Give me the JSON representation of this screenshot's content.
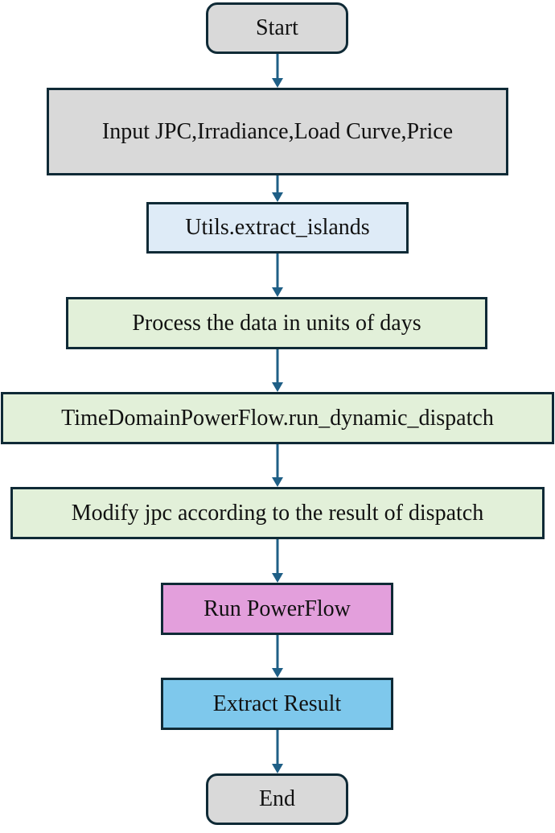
{
  "flowchart": {
    "nodes": [
      {
        "id": "start",
        "label": "Start",
        "shape": "terminal",
        "fill": "#d9d9d9"
      },
      {
        "id": "input",
        "label": "Input JPC,Irradiance,Load Curve,Price",
        "shape": "process",
        "fill": "#d9d9d9"
      },
      {
        "id": "extract-islands",
        "label": "Utils.extract_islands",
        "shape": "process",
        "fill": "#deebf7"
      },
      {
        "id": "process-days",
        "label": "Process the data in units of days",
        "shape": "process",
        "fill": "#e2f0d9"
      },
      {
        "id": "dynamic-dispatch",
        "label": "TimeDomainPowerFlow.run_dynamic_dispatch",
        "shape": "process",
        "fill": "#e2f0d9"
      },
      {
        "id": "modify-jpc",
        "label": "Modify jpc according to the result of dispatch",
        "shape": "process",
        "fill": "#e2f0d9"
      },
      {
        "id": "run-powerflow",
        "label": "Run PowerFlow",
        "shape": "process",
        "fill": "#e39fdc"
      },
      {
        "id": "extract-result",
        "label": "Extract Result",
        "shape": "process",
        "fill": "#7ec8ec"
      },
      {
        "id": "end",
        "label": "End",
        "shape": "terminal",
        "fill": "#d9d9d9"
      }
    ],
    "edges": [
      {
        "from": "start",
        "to": "input"
      },
      {
        "from": "input",
        "to": "extract-islands"
      },
      {
        "from": "extract-islands",
        "to": "process-days"
      },
      {
        "from": "process-days",
        "to": "dynamic-dispatch"
      },
      {
        "from": "dynamic-dispatch",
        "to": "modify-jpc"
      },
      {
        "from": "modify-jpc",
        "to": "run-powerflow"
      },
      {
        "from": "run-powerflow",
        "to": "extract-result"
      },
      {
        "from": "extract-result",
        "to": "end"
      }
    ],
    "arrow_color": "#1f5f86",
    "border_color": "#0f2a36"
  }
}
